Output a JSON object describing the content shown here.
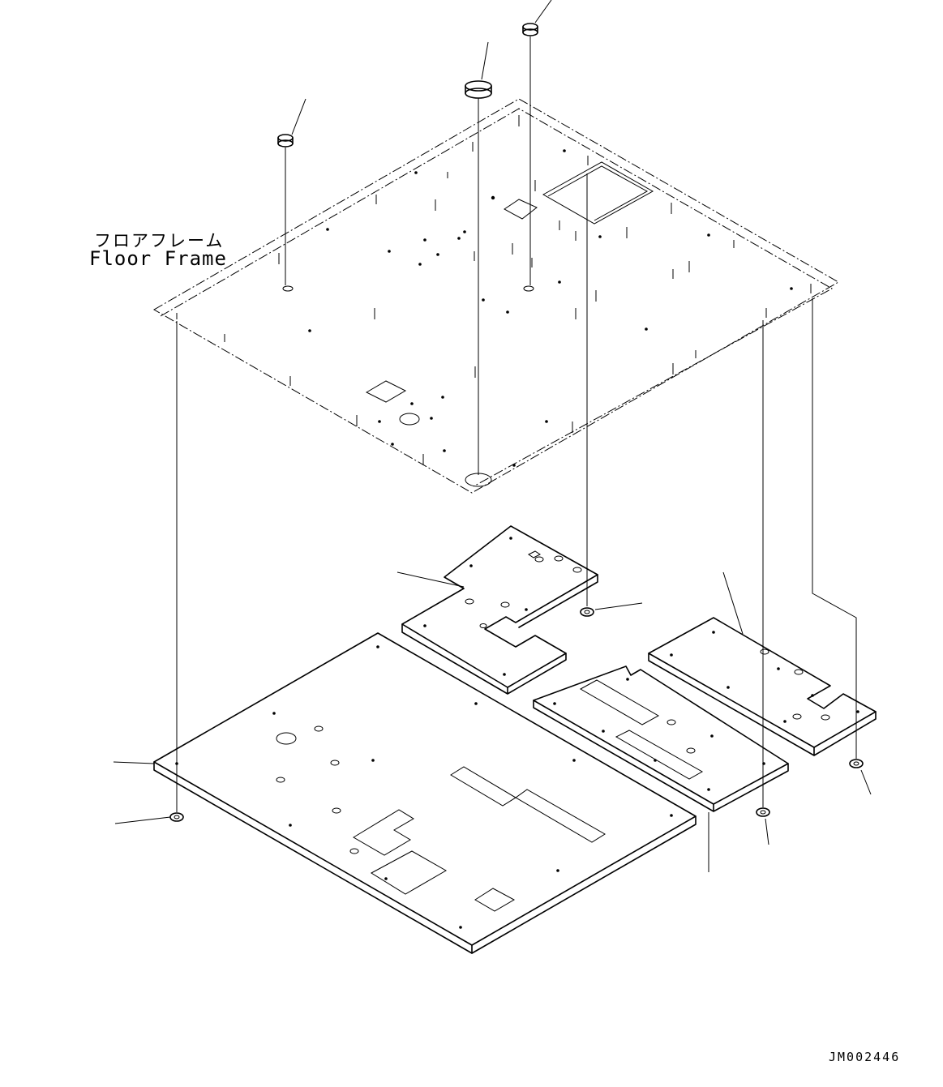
{
  "labels": {
    "floor_frame_jp": "フロアフレーム",
    "floor_frame_en": "Floor Frame",
    "drawing_number": "JM002446"
  }
}
